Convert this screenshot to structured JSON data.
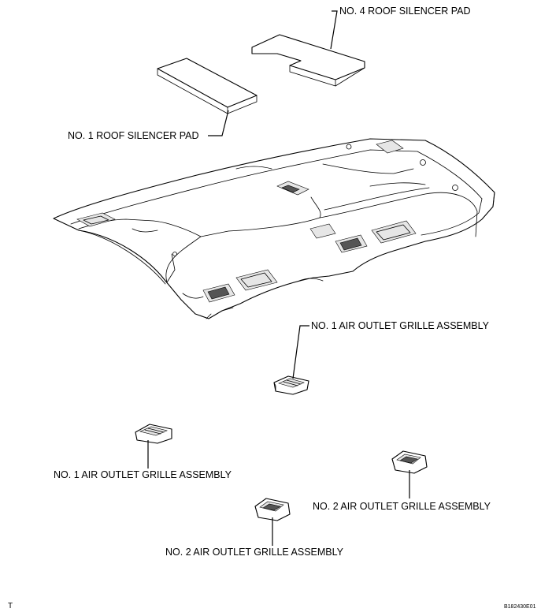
{
  "labels": {
    "no4_roof_silencer_pad": "NO. 4 ROOF SILENCER PAD",
    "no1_roof_silencer_pad": "NO. 1 ROOF SILENCER PAD",
    "no1_air_outlet_grille_top": "NO. 1 AIR OUTLET GRILLE ASSEMBLY",
    "no1_air_outlet_grille_left": "NO. 1 AIR OUTLET GRILLE ASSEMBLY",
    "no2_air_outlet_grille_right": "NO. 2 AIR OUTLET GRILLE ASSEMBLY",
    "no2_air_outlet_grille_bottom": "NO. 2 AIR OUTLET GRILLE ASSEMBLY"
  },
  "footer": {
    "corner_mark": "T",
    "drawing_id": "B182430E01"
  }
}
